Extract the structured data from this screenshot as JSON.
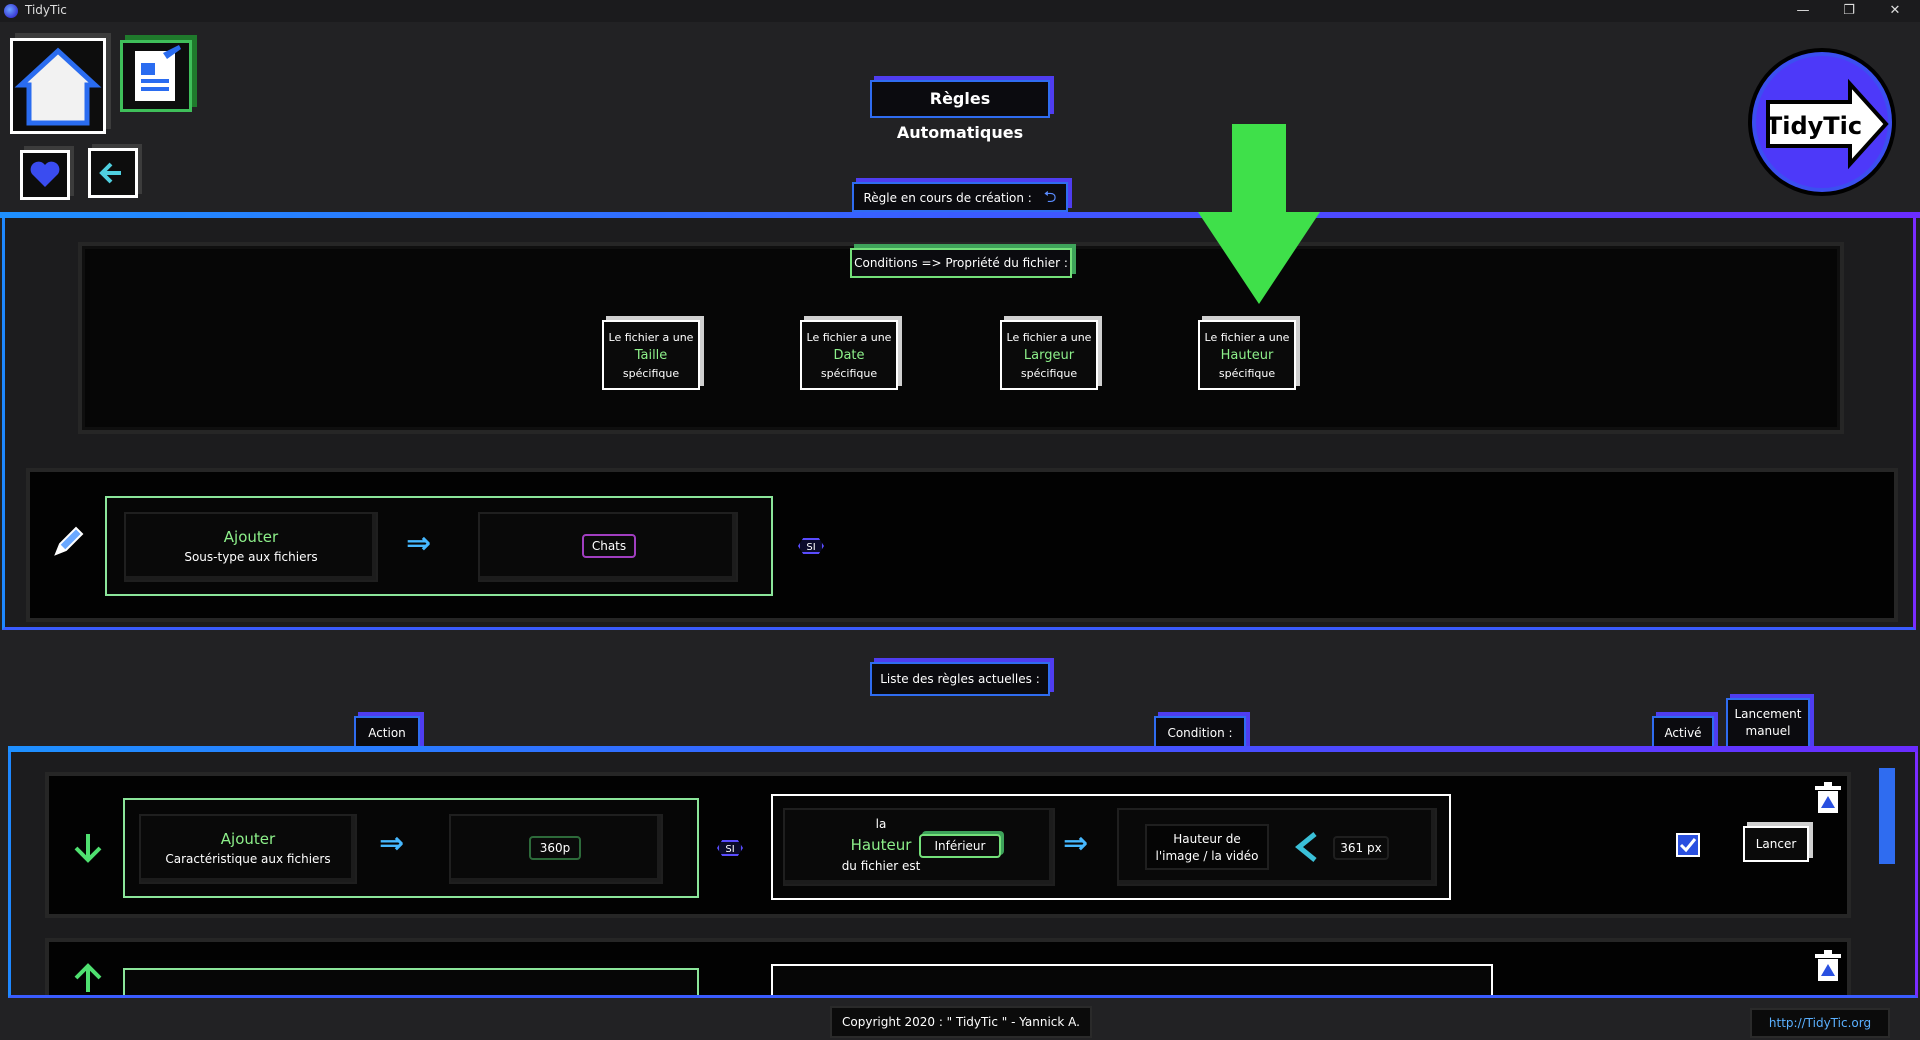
{
  "window": {
    "title": "TidyTic",
    "controls": {
      "minimize": "—",
      "maximize": "❐",
      "close": "✕"
    }
  },
  "header": {
    "page_title": "Règles Automatiques",
    "logo_text": "TidyTic"
  },
  "creation": {
    "label": "Règle en cours de création :",
    "conditions_label": "Conditions => Propriété du fichier :",
    "tiles": [
      {
        "top": "Le fichier a une",
        "key": "Taille",
        "bottom": "spécifique"
      },
      {
        "top": "Le fichier a une",
        "key": "Date",
        "bottom": "spécifique"
      },
      {
        "top": "Le fichier a une",
        "key": "Largeur",
        "bottom": "spécifique"
      },
      {
        "top": "Le fichier a une",
        "key": "Hauteur",
        "bottom": "spécifique"
      }
    ],
    "action_title": "Ajouter",
    "action_sub": "Sous-type aux fichiers",
    "value": "Chats",
    "si": "SI"
  },
  "rules": {
    "label": "Liste des règles actuelles :",
    "headers": {
      "action": "Action",
      "condition": "Condition :",
      "active": "Activé",
      "manual_top": "Lancement",
      "manual_bottom": "manuel"
    },
    "row1": {
      "action_title": "Ajouter",
      "action_sub": "Caractéristique aux fichiers",
      "value": "360p",
      "si": "SI",
      "cond_la": "la",
      "cond_key": "Hauteur",
      "cond_sub": "du fichier est",
      "operator": "Inférieur",
      "target_top": "Hauteur de",
      "target_bottom": "l'image / la vidéo",
      "threshold": "361 px",
      "launch": "Lancer"
    }
  },
  "footer": {
    "copyright": "Copyright 2020 : \" TidyTic \" - Yannick A.",
    "url": "http://TidyTic.org"
  },
  "colors": {
    "accent_green": "#74e07a",
    "accent_blue": "#1e90ff",
    "accent_purple": "#6a2cff",
    "big_arrow": "#3fe04a"
  }
}
